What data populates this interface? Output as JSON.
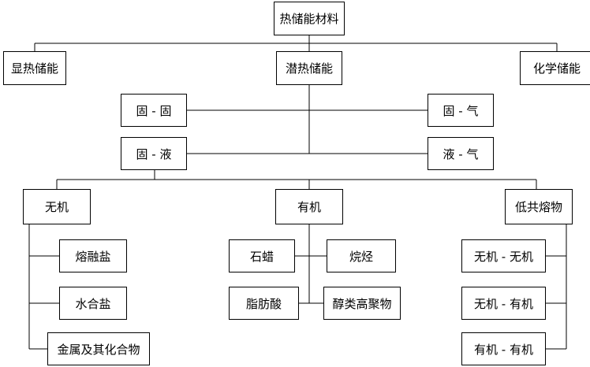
{
  "root": "热储能材料",
  "level1": [
    "显热储能",
    "潜热储能",
    "化学储能"
  ],
  "phase_change": [
    "固 - 固",
    "固 - 气",
    "固 - 液",
    "液 - 气"
  ],
  "categories": [
    "无机",
    "有机",
    "低共熔物"
  ],
  "inorganic_items": [
    "熔融盐",
    "水合盐",
    "金属及其化合物"
  ],
  "organic_items": [
    "石蜡",
    "烷烃",
    "脂肪酸",
    "醇类高聚物"
  ],
  "eutectic_items": [
    "无机 - 无机",
    "无机 - 有机",
    "有机 - 有机"
  ]
}
